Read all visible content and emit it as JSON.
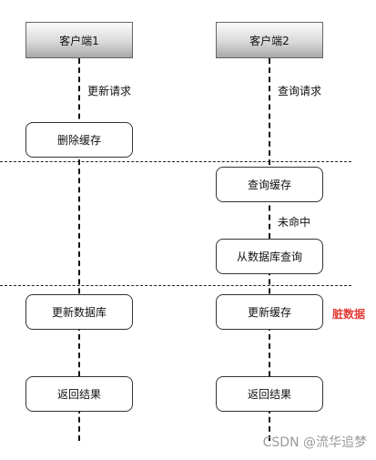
{
  "clients": {
    "c1": "客户端1",
    "c2": "客户端2"
  },
  "steps": {
    "c1_delete_cache": "删除缓存",
    "c1_update_db": "更新数据库",
    "c1_return": "返回结果",
    "c2_query_cache": "查询缓存",
    "c2_query_db": "从数据库查询",
    "c2_update_cache": "更新缓存",
    "c2_return": "返回结果"
  },
  "labels": {
    "update_request": "更新请求",
    "query_request": "查询请求",
    "cache_miss": "未命中",
    "dirty_data": "脏数据"
  },
  "colors": {
    "dirty_data": "#e53935"
  },
  "watermark": "CSDN @流华追梦"
}
